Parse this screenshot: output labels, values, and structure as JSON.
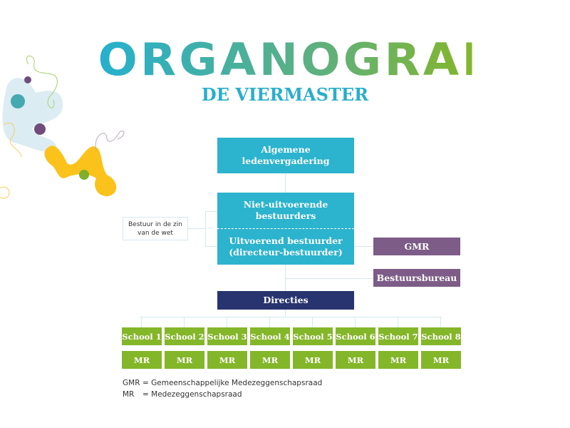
{
  "header": {
    "title": "ORGANOGRAM",
    "subtitle": "DE VIERMASTER"
  },
  "chart": {
    "board": "Algemene ledenvergadering",
    "non_exec": "Niet-uitvoerende bestuurders",
    "exec": "Uitvoerend bestuurder (directeur-bestuurder)",
    "legal_note": "Bestuur in de zin van de wet",
    "gmr": "GMR",
    "office": "Bestuursbureau",
    "directies": "Directies",
    "schools": [
      "School 1",
      "School 2",
      "School 3",
      "School 4",
      "School 5",
      "School 6",
      "School 7",
      "School 8"
    ],
    "mr": "MR"
  },
  "legend": [
    {
      "abbr": "GMR",
      "text": "= Gemeenschappelijke Medezeggenschapsraad"
    },
    {
      "abbr": "MR",
      "text": "= Medezeggenschapsraad"
    }
  ],
  "colors": {
    "teal": "#2cb3cd",
    "purple": "#7d5c87",
    "navy": "#28346f",
    "green": "#84b62a",
    "yellow": "#fbc21b"
  }
}
